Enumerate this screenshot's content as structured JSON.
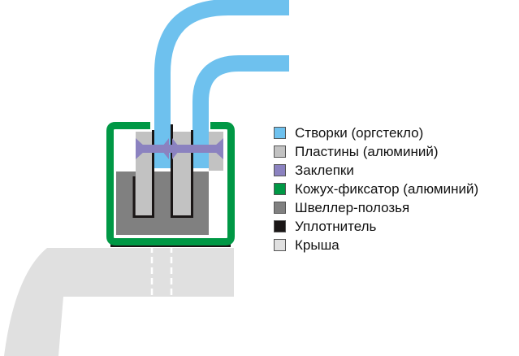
{
  "colors": {
    "panes": "#6ec1ee",
    "plates": "#c2c2c2",
    "rivets": "#8b82c0",
    "casing": "#009845",
    "channel": "#808080",
    "seal": "#1a1616",
    "roof": "#e0e0e0"
  },
  "legend": [
    {
      "label": "Створки (оргстекло)",
      "color": "#6ec1ee"
    },
    {
      "label": "Пластины (алюминий)",
      "color": "#c2c2c2"
    },
    {
      "label": "Заклепки",
      "color": "#8b82c0"
    },
    {
      "label": "Кожух-фиксатор (алюминий)",
      "color": "#009845"
    },
    {
      "label": "Швеллер-полозья",
      "color": "#808080"
    },
    {
      "label": "Уплотнитель",
      "color": "#1a1616"
    },
    {
      "label": "Крыша",
      "color": "#e0e0e0"
    }
  ]
}
